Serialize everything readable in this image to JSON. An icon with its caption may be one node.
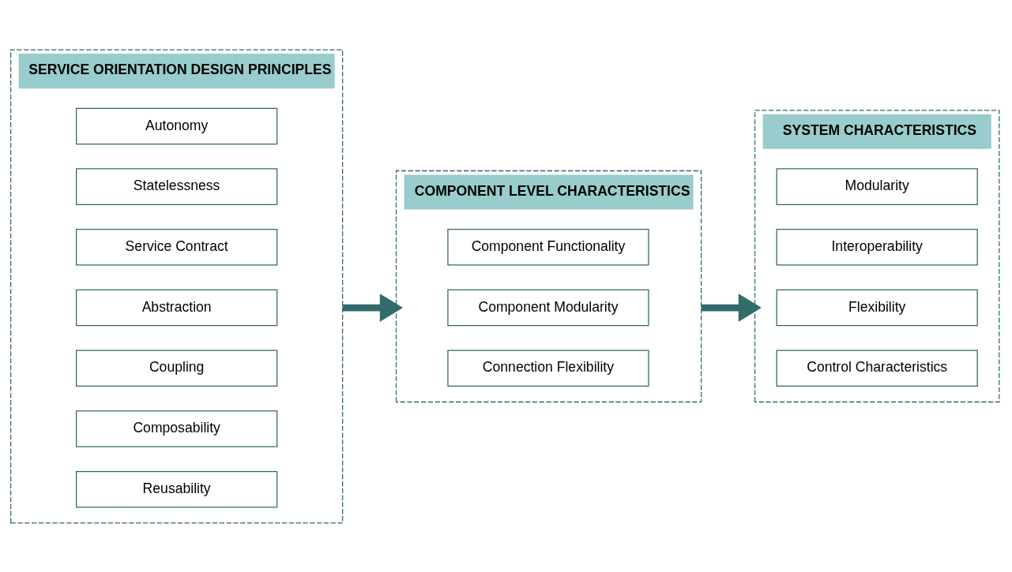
{
  "diagram": {
    "nodes": [
      {
        "text": [
          "SERVICE ORIENTATION DESIGN PRINCIPLES"
        ]
      },
      {
        "text": [
          "Autonomy"
        ],
        "in": 0
      },
      {
        "text": [
          "Statelessness"
        ],
        "in": 0
      },
      {
        "text": [
          "Service Contract"
        ],
        "in": 0
      },
      {
        "text": [
          "Abstraction"
        ],
        "in": 0
      },
      {
        "text": [
          "Coupling"
        ],
        "in": 0
      },
      {
        "text": [
          "Composability"
        ],
        "in": 0
      },
      {
        "text": [
          "Reusability"
        ],
        "in": 0
      },
      {
        "text": [
          "COMPONENT LEVEL CHARACTERISTICS"
        ]
      },
      {
        "text": [
          "Component Functionality"
        ],
        "in": 8
      },
      {
        "text": [
          "Component Modularity"
        ],
        "in": 8
      },
      {
        "text": [
          "Connection Flexibility"
        ],
        "in": 8
      },
      {
        "text": [
          "SYSTEM CHARACTERISTICS"
        ]
      },
      {
        "text": [
          "Modularity"
        ],
        "in": 12
      },
      {
        "text": [
          "Interoperability"
        ],
        "in": 12
      },
      {
        "text": [
          "Flexibility"
        ],
        "in": 12
      },
      {
        "text": [
          "Control Characteristics"
        ],
        "in": 12
      }
    ],
    "edges": [
      {
        "from": 0,
        "to": 8,
        "arrow": "to"
      },
      {
        "from": 8,
        "to": 12,
        "arrow": "to"
      }
    ]
  }
}
